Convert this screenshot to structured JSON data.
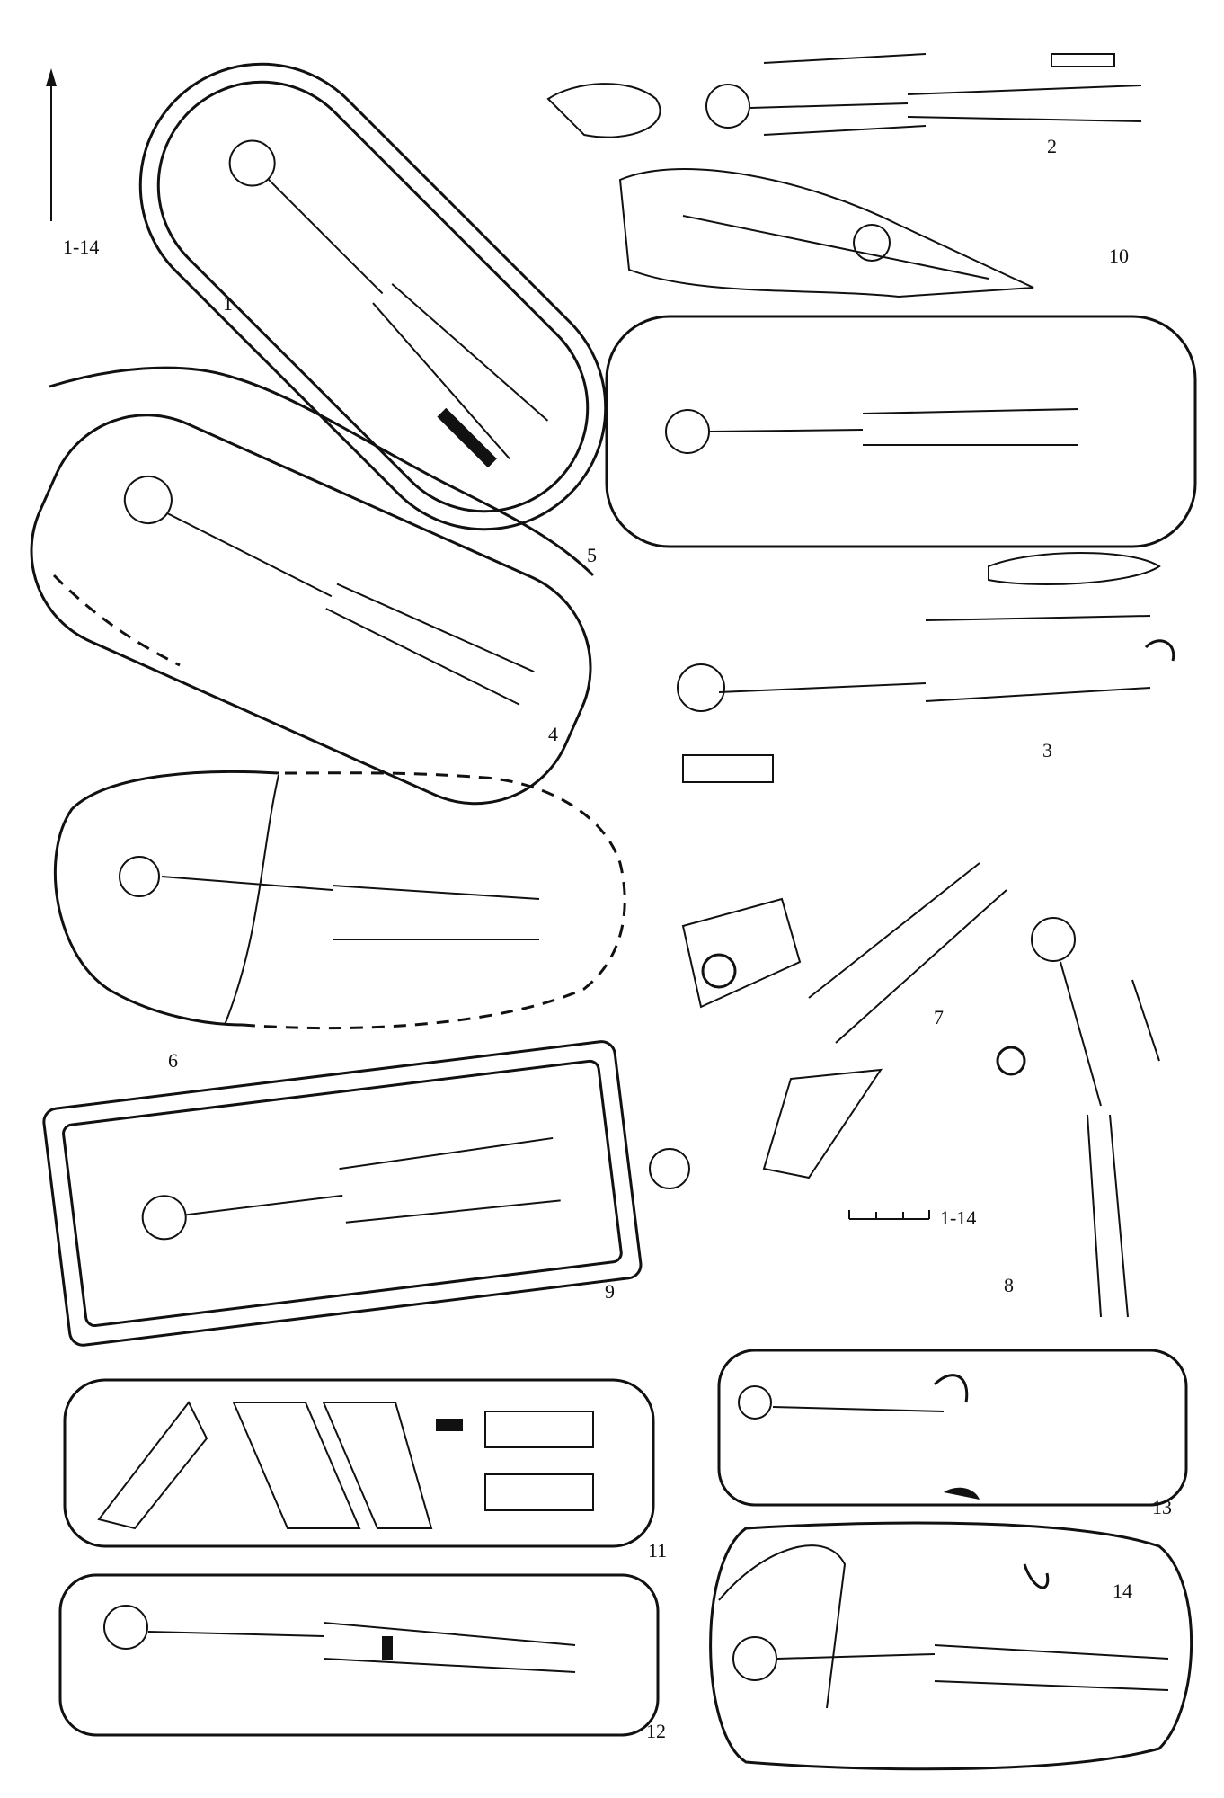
{
  "title_scale_label": "1-14",
  "scale_bar_label": "1-14",
  "north_arrow": "north-arrow-icon",
  "burials": [
    {
      "id": "1"
    },
    {
      "id": "2"
    },
    {
      "id": "3"
    },
    {
      "id": "4"
    },
    {
      "id": "5"
    },
    {
      "id": "6"
    },
    {
      "id": "7"
    },
    {
      "id": "8"
    },
    {
      "id": "9"
    },
    {
      "id": "10"
    },
    {
      "id": "11"
    },
    {
      "id": "12"
    },
    {
      "id": "13"
    },
    {
      "id": "14"
    }
  ]
}
